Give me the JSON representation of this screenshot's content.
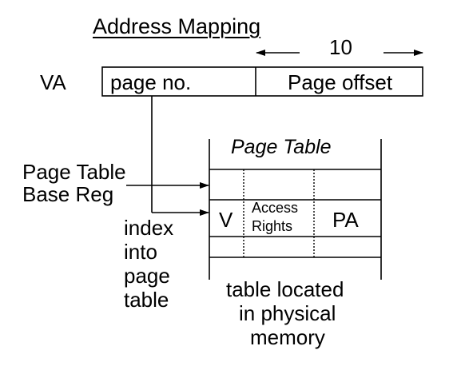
{
  "title": "Address Mapping",
  "virtual_address": {
    "label": "VA",
    "fields": [
      "page no.",
      "Page offset"
    ],
    "offset_bits": "10"
  },
  "page_table": {
    "title": "Page Table",
    "base_register": [
      "Page Table",
      "Base Reg"
    ],
    "columns": {
      "valid": "V",
      "access_rights": [
        "Access",
        "Rights"
      ],
      "physical_address": "PA"
    },
    "index_note": [
      "index",
      "into",
      "page",
      "table"
    ],
    "location_note": [
      "table located",
      "in physical",
      "memory"
    ]
  }
}
